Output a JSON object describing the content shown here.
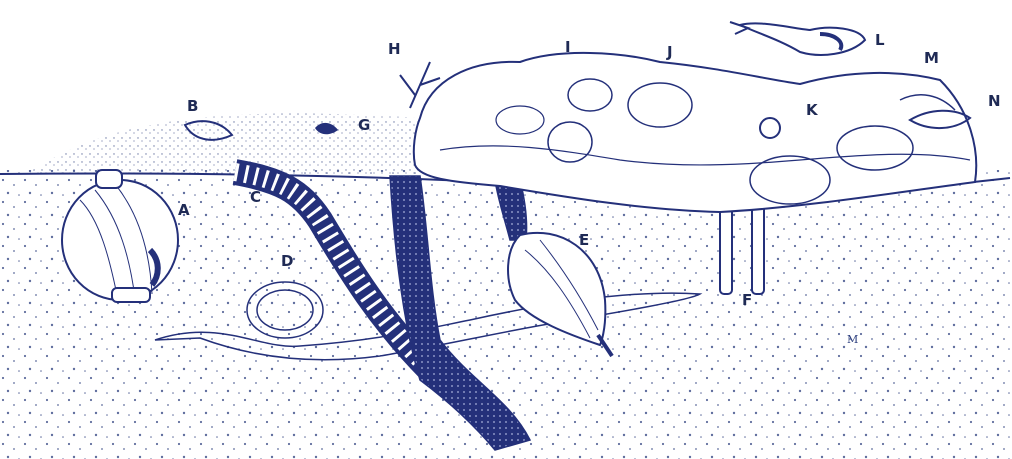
{
  "labels": {
    "A": "A",
    "B": "B",
    "C": "C",
    "D": "D",
    "E": "E",
    "F": "F",
    "G": "G",
    "H": "H",
    "I": "I",
    "J": "J",
    "K": "K",
    "L": "L",
    "M": "M",
    "N": "N"
  },
  "signature": "M",
  "colors": {
    "ink": "#24307a",
    "sand": "#2b3d7d",
    "paper": "#ffffff"
  }
}
